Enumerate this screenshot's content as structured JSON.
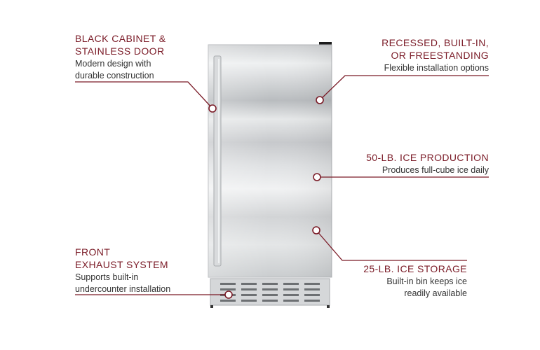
{
  "callouts": {
    "cabinet": {
      "title": [
        "BLACK CABINET &",
        "STAINLESS DOOR"
      ],
      "desc": [
        "Modern design with",
        "durable construction"
      ]
    },
    "install": {
      "title": [
        "RECESSED, BUILT-IN,",
        "OR FREESTANDING"
      ],
      "desc": [
        "Flexible installation options"
      ]
    },
    "production": {
      "title": [
        "50-LB. ICE PRODUCTION"
      ],
      "desc": [
        "Produces full-cube ice daily"
      ]
    },
    "storage": {
      "title": [
        "25-LB. ICE STORAGE"
      ],
      "desc": [
        "Built-in bin keeps ice",
        "readily available"
      ]
    },
    "exhaust": {
      "title": [
        "FRONT",
        "EXHAUST SYSTEM"
      ],
      "desc": [
        "Supports built-in",
        "undercounter installation"
      ]
    }
  },
  "colors": {
    "accent": "#7a1a26",
    "text": "#333333"
  }
}
